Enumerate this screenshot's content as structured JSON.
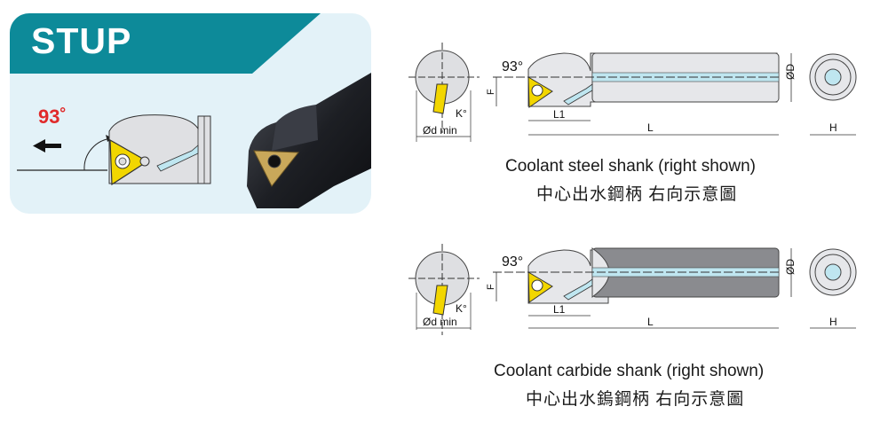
{
  "banner": {
    "title": "STUP",
    "color": "#0d8a99"
  },
  "hero": {
    "angle_label": "93˚",
    "feed_direction": "arrow-left-icon",
    "accent_red": "#e02a2a",
    "insert_color": "#f2d600"
  },
  "drawings": [
    {
      "id": "steel",
      "angle": "93°",
      "labels": {
        "F": "F",
        "L1": "L1",
        "L": "L",
        "D": "ØD",
        "H": "H",
        "dmin": "Ød min",
        "K": "K°"
      },
      "caption_en": "Coolant steel shank (right shown)",
      "caption_cn": "中心出水鋼柄  右向示意圖",
      "shank_color": "#e6e7ea"
    },
    {
      "id": "carbide",
      "angle": "93°",
      "labels": {
        "F": "F",
        "L1": "L1",
        "L": "L",
        "D": "ØD",
        "H": "H",
        "dmin": "Ød min",
        "K": "K°"
      },
      "caption_en": "Coolant carbide shank (right shown)",
      "caption_cn": "中心出水鎢鋼柄  右向示意圖",
      "shank_color": "#8a8b8f"
    }
  ]
}
